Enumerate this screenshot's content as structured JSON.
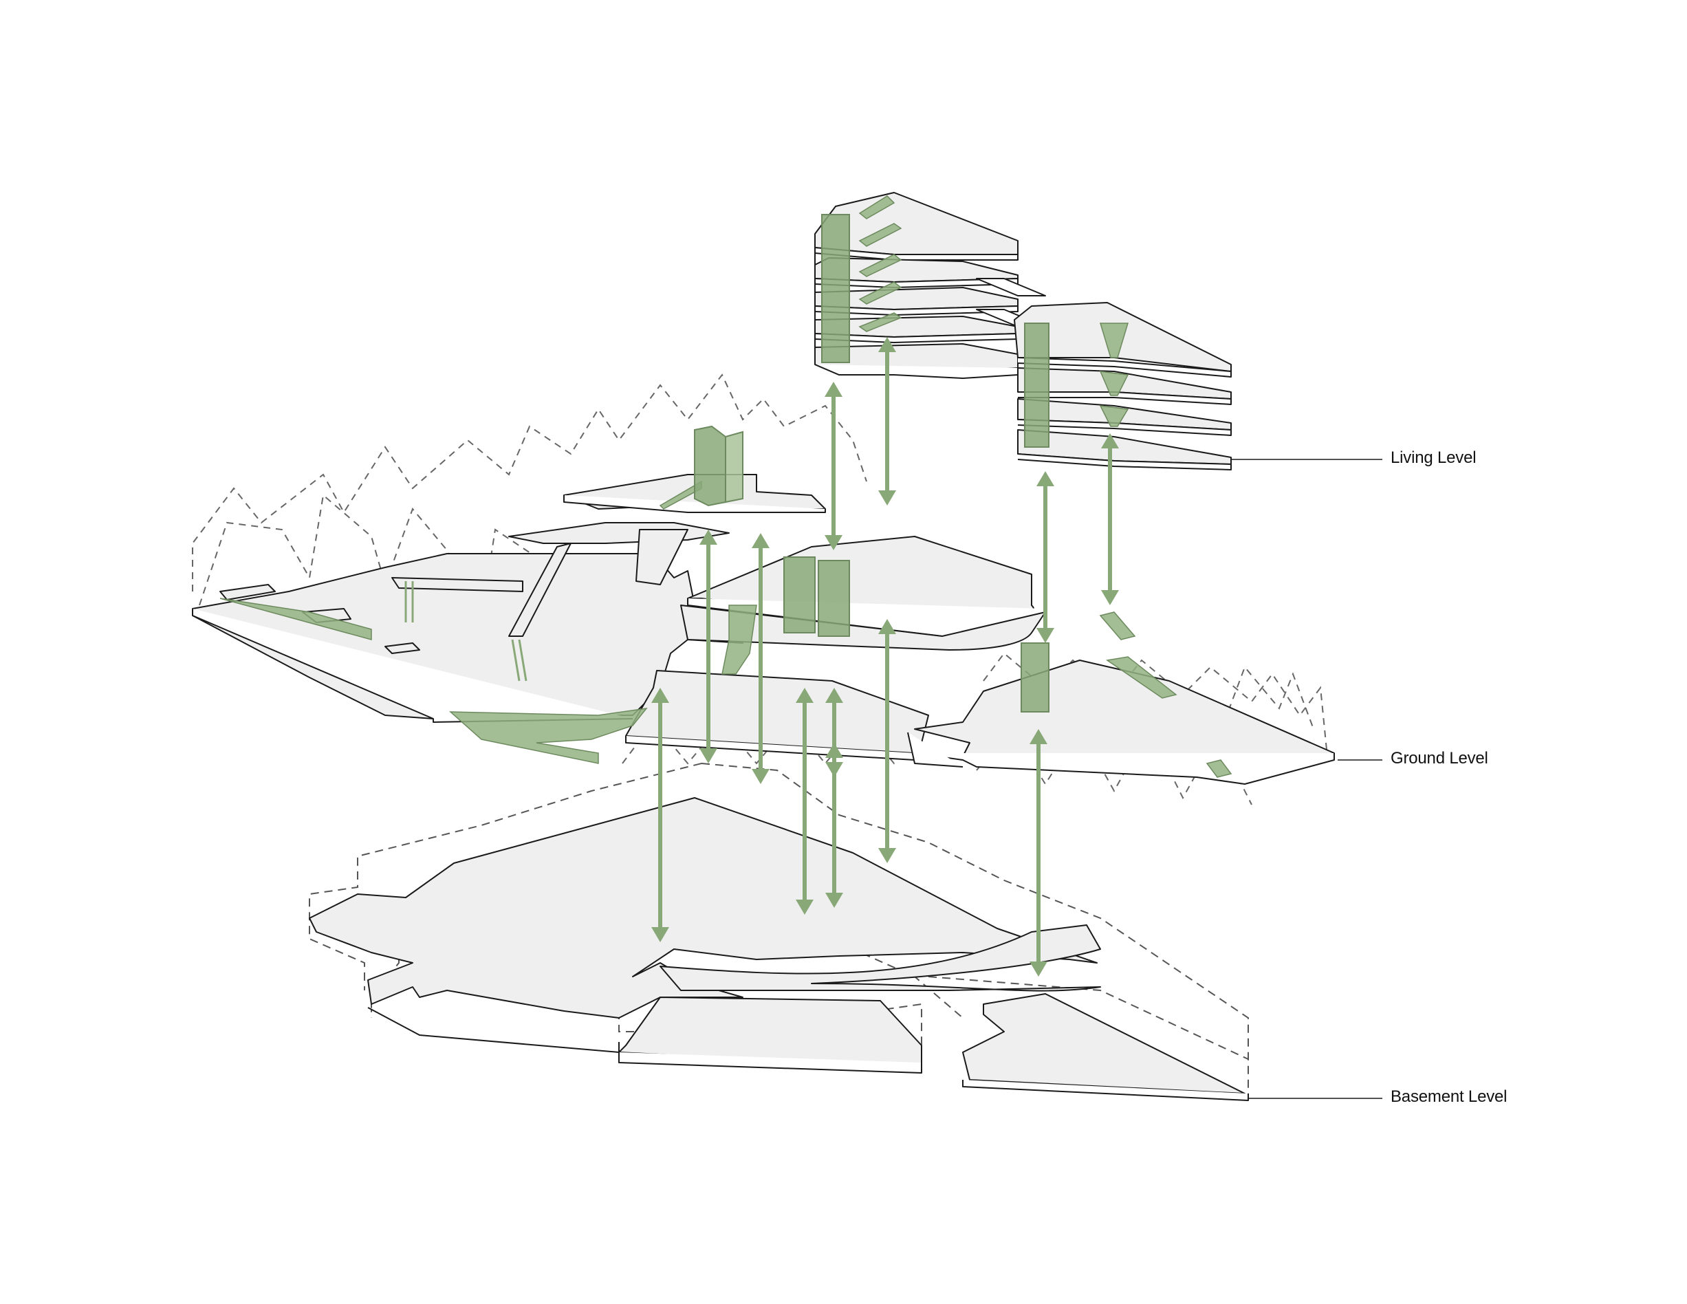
{
  "labels": {
    "living": "Living Level",
    "ground": "Ground Level",
    "basement": "Basement Level"
  },
  "colors": {
    "slab_fill": "#efefef",
    "outline": "#1a1a1a",
    "dashed_outline": "#555555",
    "circulation_green": "#89a878",
    "core_green": "#8aa979"
  },
  "icons": {
    "circulation_arrow": "double-headed-vertical-arrow",
    "core": "green-circulation-core-block",
    "stair": "green-stair-ramp"
  }
}
